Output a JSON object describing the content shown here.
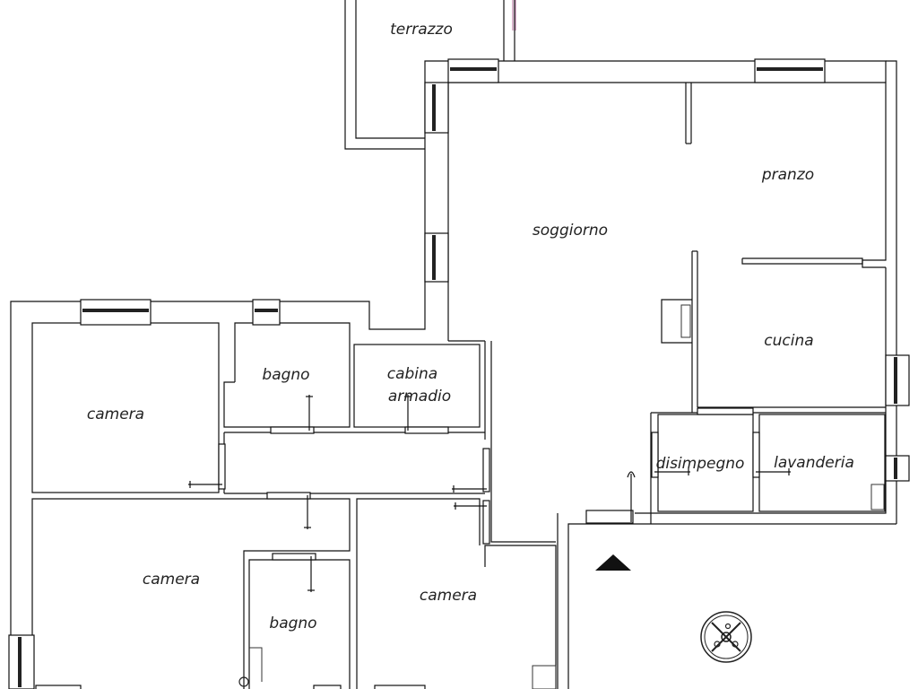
{
  "rooms": {
    "terrazzo": "terrazzo",
    "soggiorno": "soggiorno",
    "pranzo": "pranzo",
    "cucina": "cucina",
    "camera_top_left": "camera",
    "bagno_top": "bagno",
    "cabina_line1": "cabina",
    "cabina_line2": "armadio",
    "disimpegno": "disimpegno",
    "lavanderia": "lavanderia",
    "camera_bottom_left": "camera",
    "bagno_bottom": "bagno",
    "camera_bottom_mid": "camera"
  },
  "symbols": {
    "north_arrow": "north-arrow-icon",
    "compass": "compass-rose-icon"
  },
  "colors": {
    "wall": "#111111",
    "background": "#ffffff",
    "label": "#222222"
  }
}
